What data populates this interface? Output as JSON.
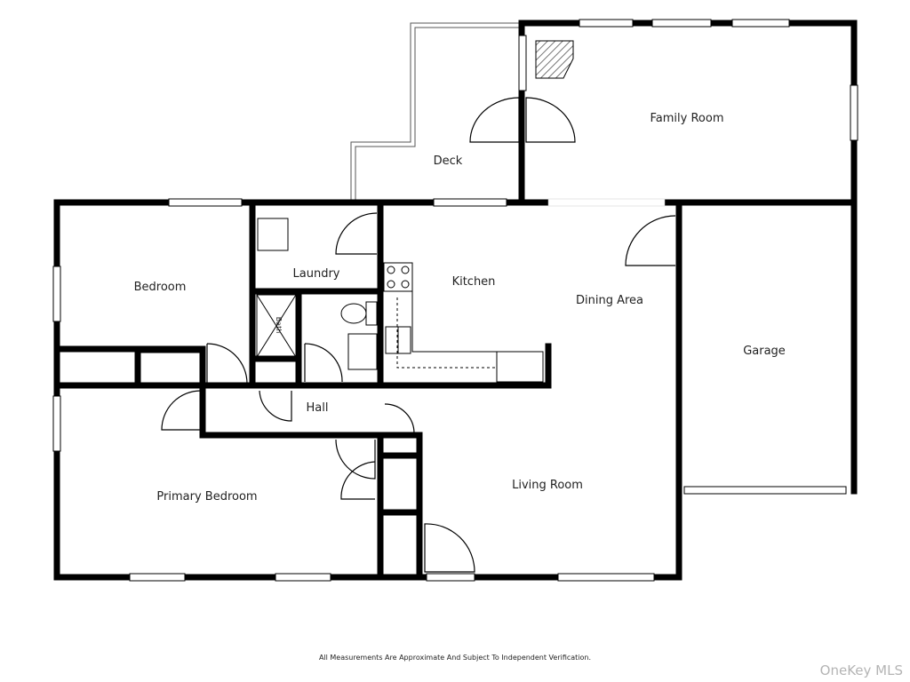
{
  "rooms": {
    "family_room": "Family Room",
    "deck": "Deck",
    "bedroom": "Bedroom",
    "laundry": "Laundry",
    "kitchen": "Kitchen",
    "dining_area": "Dining Area",
    "garage": "Garage",
    "bath": "Bath",
    "hall": "Hall",
    "primary_bedroom": "Primary Bedroom",
    "living_room": "Living Room"
  },
  "footer": {
    "disclaimer": "All Measurements Are Approximate And Subject To Independent Verification.",
    "watermark": "OneKey MLS"
  },
  "colors": {
    "wall": "#000000",
    "background": "#ffffff",
    "watermark": "#b4b4b4"
  }
}
